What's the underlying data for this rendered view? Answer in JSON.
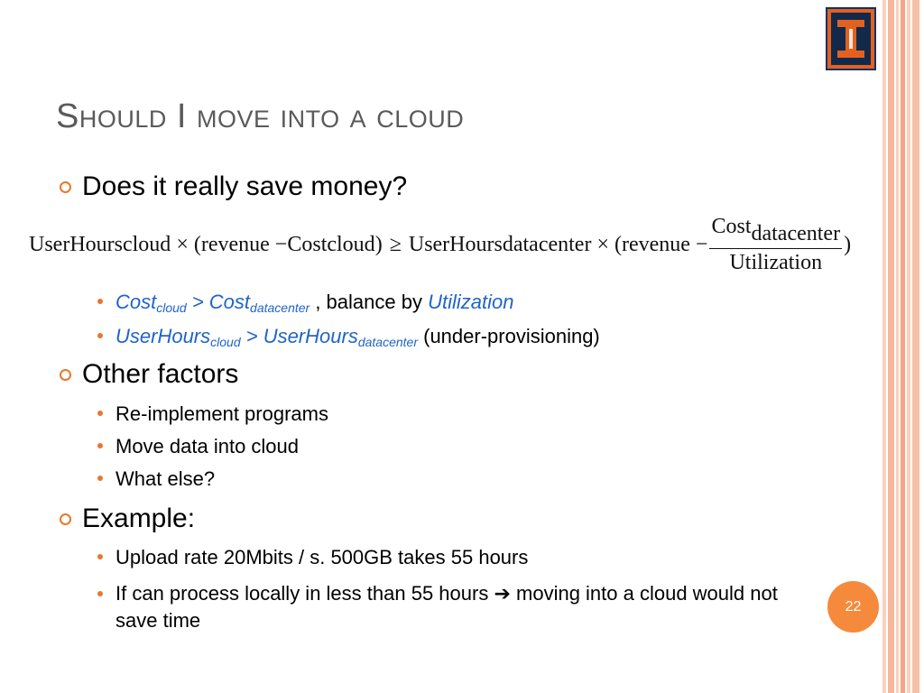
{
  "title": "Should I move into a cloud",
  "bullets": {
    "b1": "Does it really save money?",
    "b2": "Other factors",
    "b3": "Example:"
  },
  "formula": {
    "userhours": "UserHours",
    "cloud": "cloud",
    "times": "×",
    "open": "(",
    "revenue_minus": "revenue − ",
    "cost": "Cost",
    "close": ")",
    "geq": "≥",
    "datacenter": "datacenter",
    "utilization": "Utilization"
  },
  "sub_money": {
    "item1": {
      "cost": "Cost",
      "cloud": "cloud",
      "gt": " > ",
      "cost2": "Cost",
      "datacenter": "datacenter",
      "rest": " , balance by ",
      "util": "Utilization"
    },
    "item2": {
      "uh": "UserHours",
      "cloud": "cloud",
      "gt": " > ",
      "uh2": "UserHours",
      "datacenter": "datacenter",
      "rest": " (under-provisioning)"
    }
  },
  "sub_factors": [
    "Re-implement programs",
    "Move data into cloud",
    "What else?"
  ],
  "sub_example": {
    "item1": "Upload rate 20Mbits / s. 500GB takes 55 hours",
    "item2_a": "If can process locally in less than 55 hours ",
    "arrow": "➔",
    "item2_b": " moving into a cloud would not save time"
  },
  "page_number": "22",
  "colors": {
    "accent": "#e8772e",
    "title": "#5a5a5a",
    "link": "#1f64c8",
    "badge": "#f58a3c"
  }
}
